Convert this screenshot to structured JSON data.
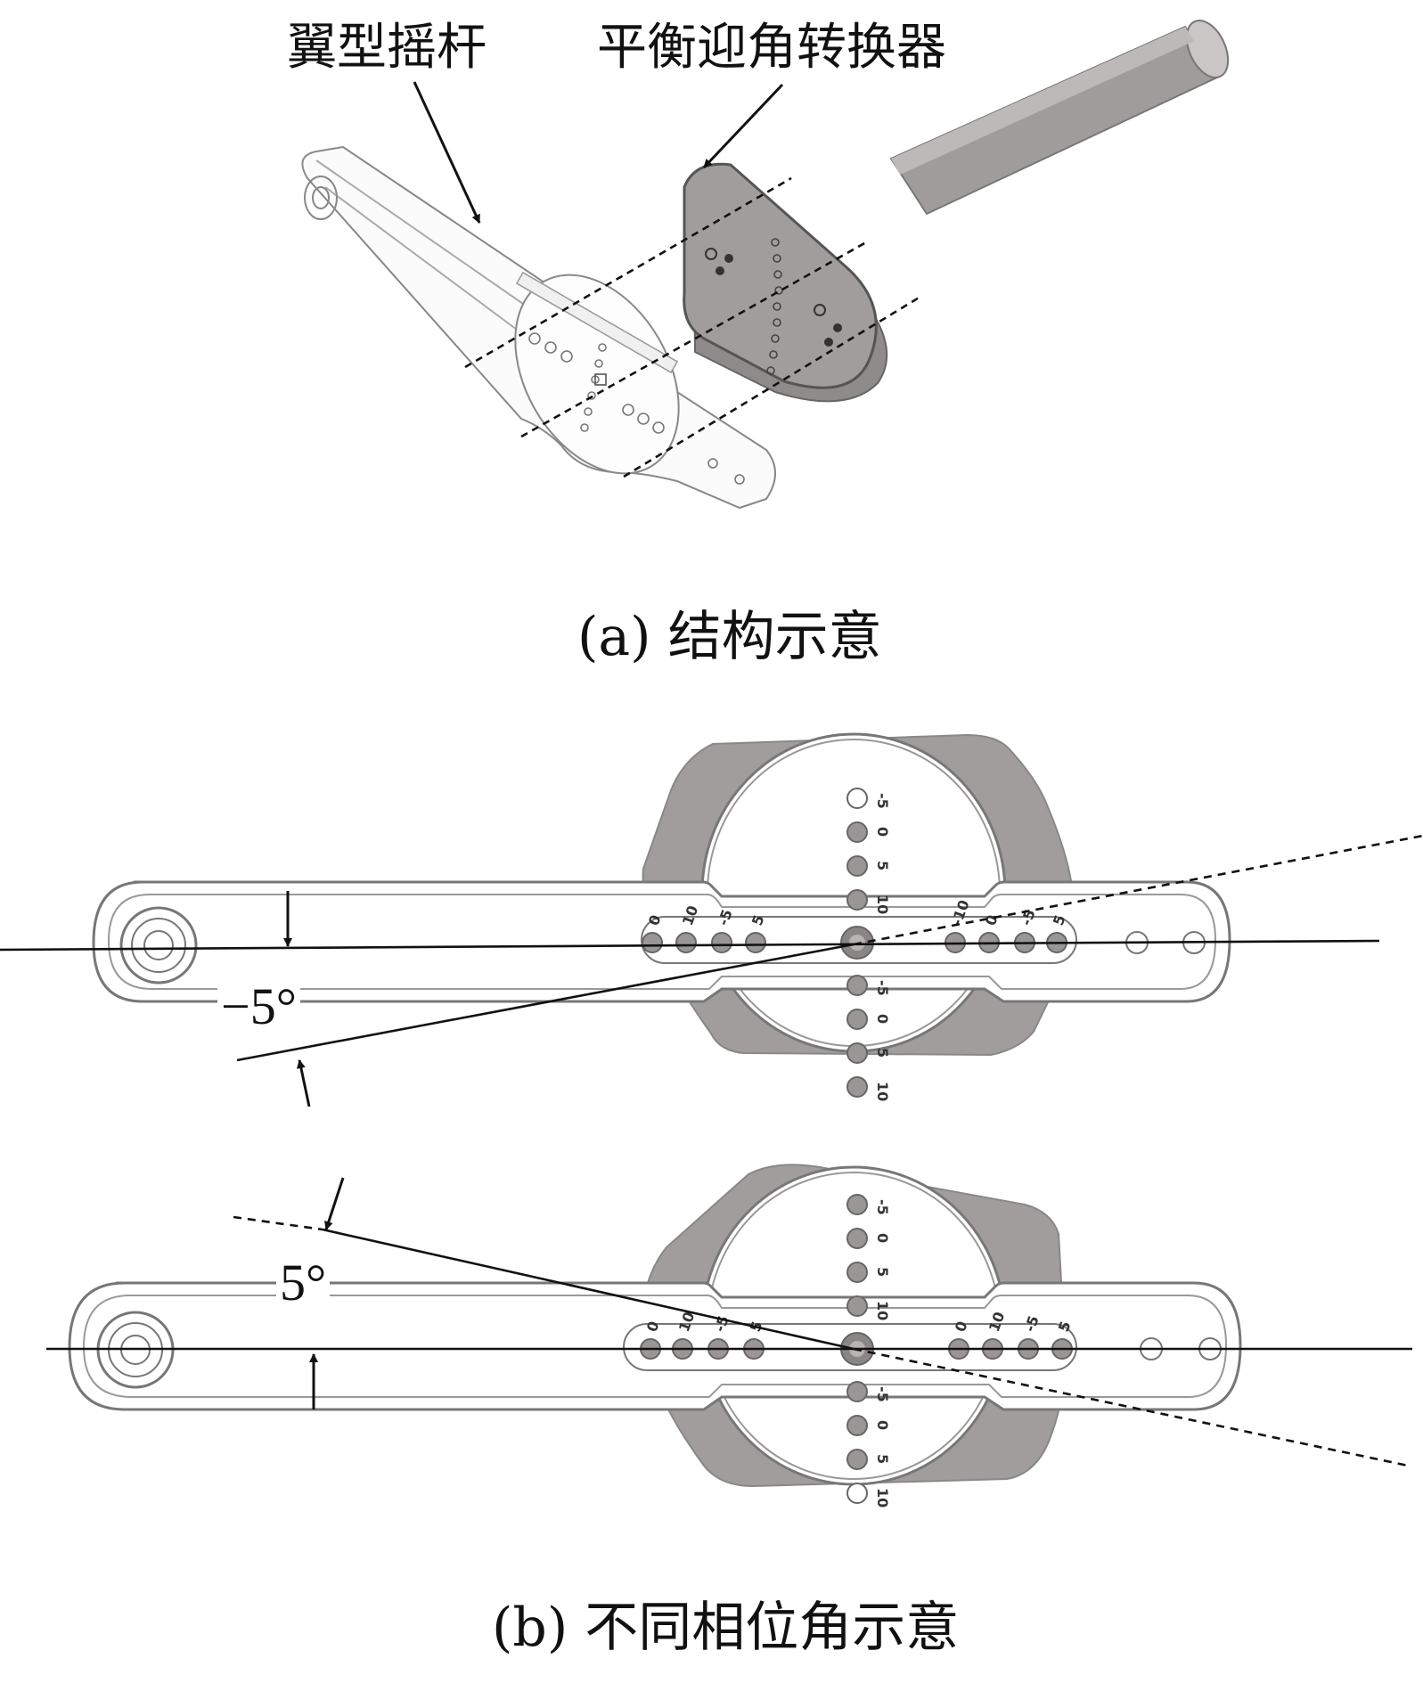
{
  "part_a": {
    "label_rocker": "翼型摇杆",
    "label_converter": "平衡迎角转换器",
    "caption": "(a)  结构示意"
  },
  "part_b": {
    "angle_upper": "−5°",
    "angle_lower": "5°",
    "caption": "(b)  不同相位角示意",
    "upper_horizontal_scale": [
      "0",
      "10",
      "-5",
      "5",
      "-10",
      "0",
      "-5",
      "5"
    ],
    "upper_vertical_scale": [
      "-5",
      "0",
      "5",
      "10",
      "-5",
      "0",
      "5",
      "10"
    ],
    "lower_horizontal_scale": [
      "0",
      "10",
      "-5",
      "5",
      "0",
      "10",
      "-5",
      "5"
    ],
    "lower_vertical_scale": [
      "-5",
      "0",
      "5",
      "10",
      "-5",
      "0",
      "5",
      "10"
    ]
  },
  "colors": {
    "ink": "#111111",
    "plate": "#a19d9c",
    "plate_dark": "#8f8b8a",
    "bar": "#ffffff",
    "hole": "#9a9696"
  }
}
